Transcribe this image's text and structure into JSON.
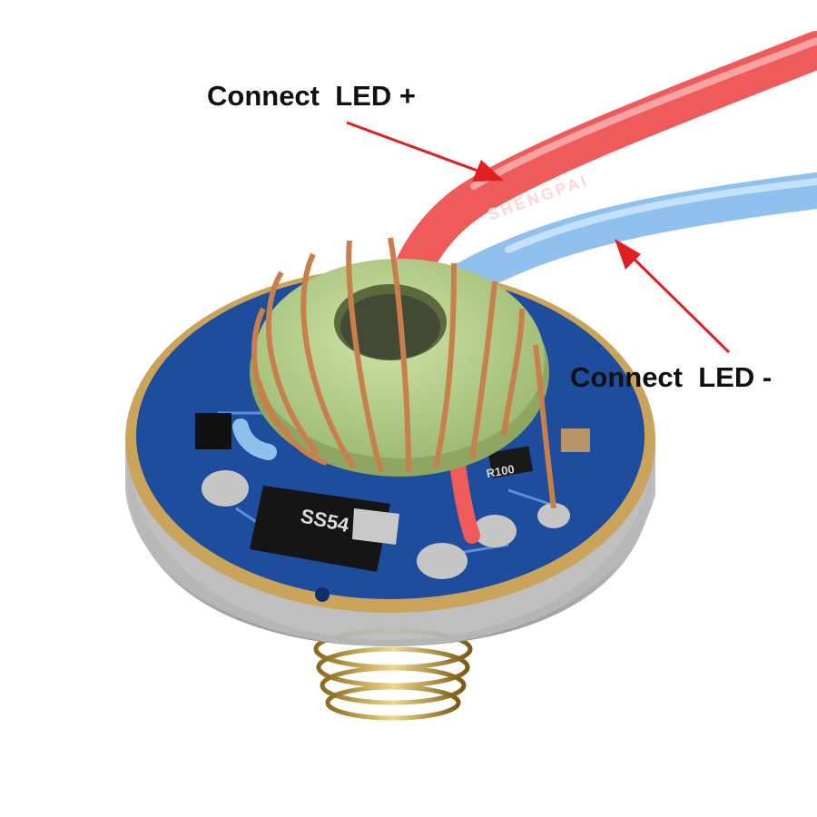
{
  "annotations": {
    "led_plus": "Connect  LED +",
    "led_minus": "Connect  LED -"
  },
  "markings": {
    "wire_print": "SHENGPAI",
    "diode": "SS54",
    "resistor": "R100"
  },
  "colors": {
    "background": "#ffffff",
    "red_wire": "#ef5a5a",
    "blue_wire": "#8fc0ee",
    "pcb": "#1d4d9c",
    "core": "#b9d38f",
    "copper": "#c7804b",
    "arrow": "#e02020",
    "spring": "#d8b657"
  }
}
